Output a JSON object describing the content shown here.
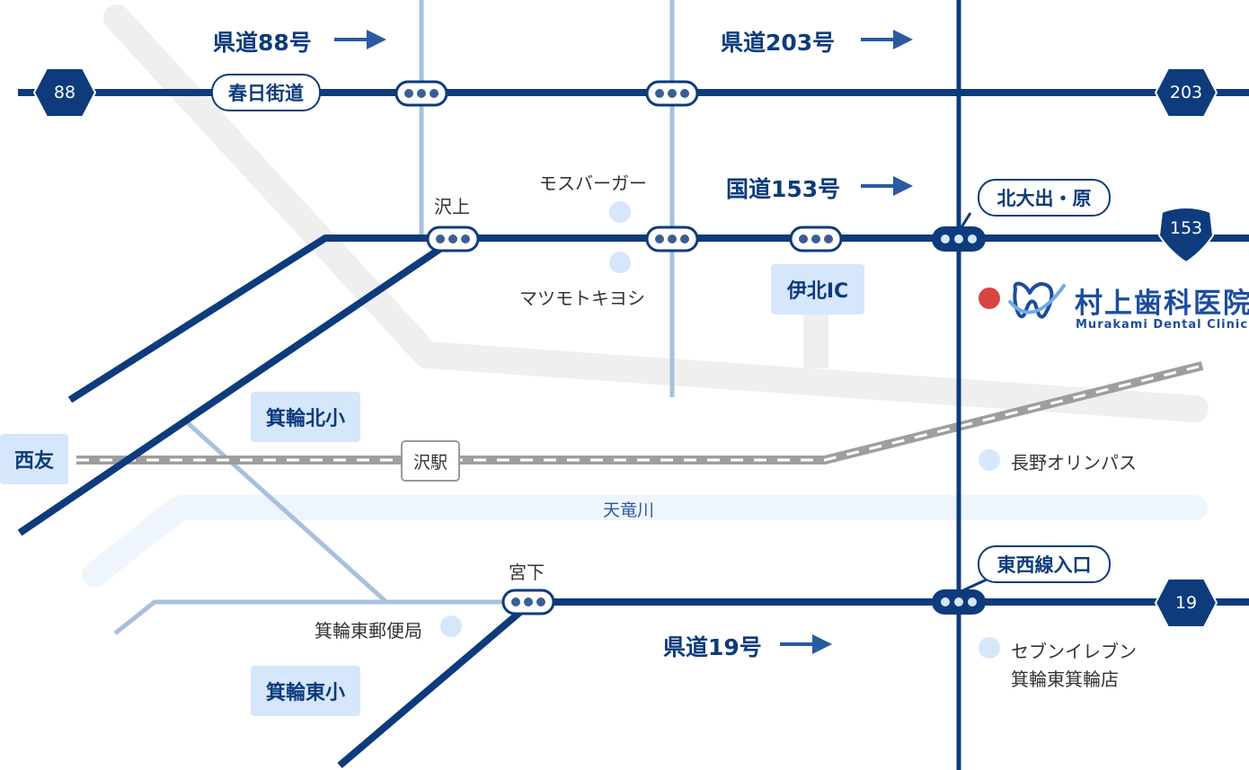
{
  "colors": {
    "road_main": "#0d3b7c",
    "road_light": "#a9bfde",
    "highway_gray": "#efefef",
    "river": "#eef5fd",
    "railway": "#9e9e9e",
    "landmark_dot": "#d6e6fb",
    "clinic_marker": "#d64541",
    "clinic_brand": "#1d4ca0"
  },
  "roads": {
    "top_road_name": "春日街道",
    "route_labels": {
      "pref88": "県道88号",
      "pref203": "県道203号",
      "nat153": "国道153号",
      "pref19": "県道19号"
    },
    "shields": {
      "s88": "88",
      "s203": "203",
      "s153": "153",
      "s19": "19"
    }
  },
  "intersections": {
    "kitaoide": "北大出・原",
    "tozaisen": "東西線入口",
    "sawakami": "沢上",
    "miyashita": "宮下"
  },
  "places": {
    "mos": "モスバーガー",
    "matsumoto": "マツモトキヨシ",
    "ihoku_ic": "伊北IC",
    "minowa_kita": "箕輪北小",
    "minowa_higashi": "箕輪東小",
    "nishitomo": "西友",
    "sawa_station": "沢駅",
    "river": "天竜川",
    "nagano_olympus": "長野オリンパス",
    "post_office": "箕輪東郵便局",
    "seven_line1": "セブンイレブン",
    "seven_line2": "箕輪東箕輪店"
  },
  "clinic": {
    "name": "村上歯科医院",
    "name_en": "Murakami Dental Clinic"
  }
}
